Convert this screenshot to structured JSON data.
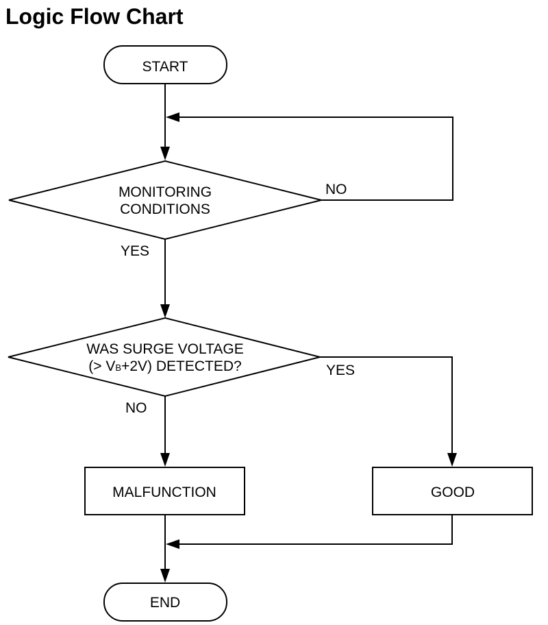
{
  "title": "Logic Flow Chart",
  "nodes": {
    "start": "START",
    "decision1_line1": "MONITORING",
    "decision1_line2": "CONDITIONS",
    "decision2_line1": "WAS SURGE VOLTAGE",
    "decision2_line2_prefix": "(> V",
    "decision2_line2_sub": "B",
    "decision2_line2_suffix": "+2V) DETECTED?",
    "malfunction": "MALFUNCTION",
    "good": "GOOD",
    "end": "END"
  },
  "branches": {
    "decision1_no": "NO",
    "decision1_yes": "YES",
    "decision2_yes": "YES",
    "decision2_no": "NO"
  }
}
